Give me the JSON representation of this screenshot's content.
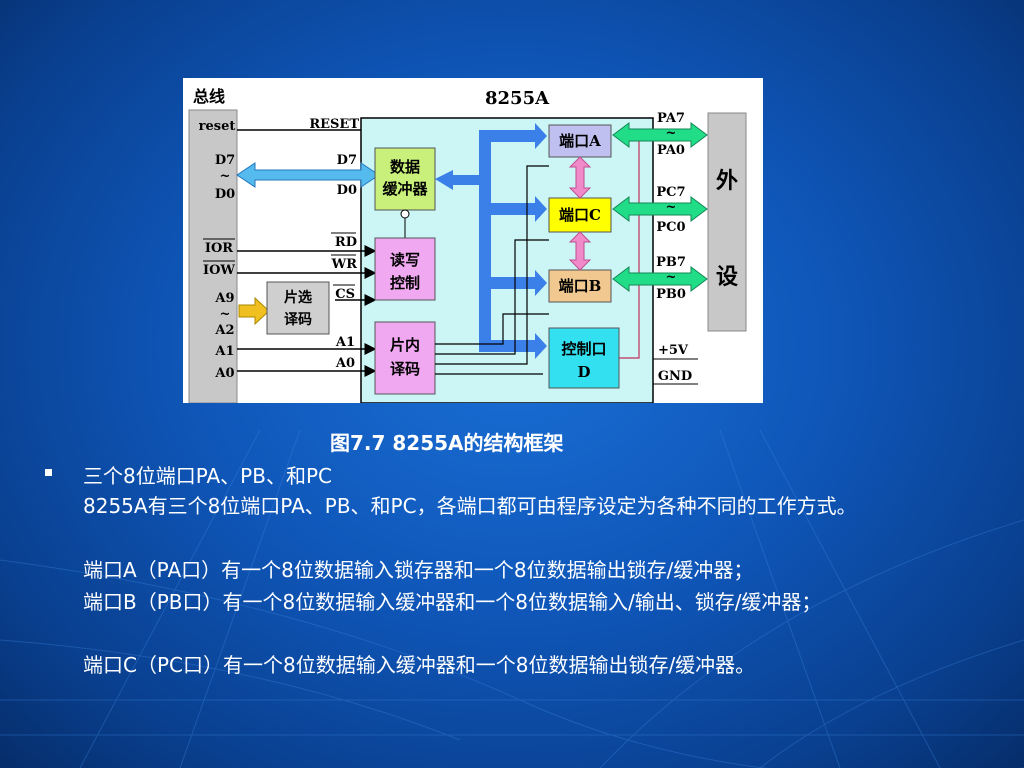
{
  "figure": {
    "bus_title": "总线",
    "chip_title": "8255A",
    "bus_labels": [
      "reset",
      "D7",
      "~",
      "D0",
      "IOR",
      "IOW",
      "A9",
      "~",
      "A2",
      "A1",
      "A0"
    ],
    "pin_labels": [
      "RESET",
      "D7",
      "D0",
      "RD",
      "WR",
      "CS",
      "A1",
      "A0"
    ],
    "blocks": {
      "data_buffer": "数据缓冲器",
      "rw_control": "读写控制",
      "chip_select": "片选译码",
      "internal_decode": "片内译码",
      "port_a": "端口A",
      "port_c": "端口C",
      "port_b": "端口B",
      "control_port_line1": "控制口",
      "control_port_line2": "D"
    },
    "right_labels": [
      "PA7",
      "~",
      "PA0",
      "PC7",
      "~",
      "PC0",
      "PB7",
      "~",
      "PB0",
      "+5V",
      "GND"
    ],
    "peripheral_line1": "外",
    "peripheral_line2": "设"
  },
  "caption": "图7.7 8255A的结构框架",
  "bullet": "三个8位端口PA、PB、和PC",
  "paragraphs": [
    "8255A有三个8位端口PA、PB、和PC，各端口都可由程序设定为各种不同的工作方式。",
    "端口A（PA口）有一个8位数据输入锁存器和一个8位数据输出锁存/缓冲器；",
    "端口B（PB口）有一个8位数据输入缓冲器和一个8位数据输入/输出、锁存/缓冲器；",
    "端口C（PC口）有一个8位数据输入缓冲器和一个8位数据输出锁存/缓冲器。"
  ],
  "colors": {
    "background": "#0f56b8",
    "chip": "#ccf5f5",
    "data_buffer": "#c8f07a",
    "rw_control": "#f0a8f0",
    "ports": "#ffff00",
    "port_a": "#c0c0f0",
    "port_b": "#f0c890",
    "control_port": "#33e0f0",
    "bus_arrow": "#3b7fe8",
    "green_arrow": "#22dd88"
  }
}
